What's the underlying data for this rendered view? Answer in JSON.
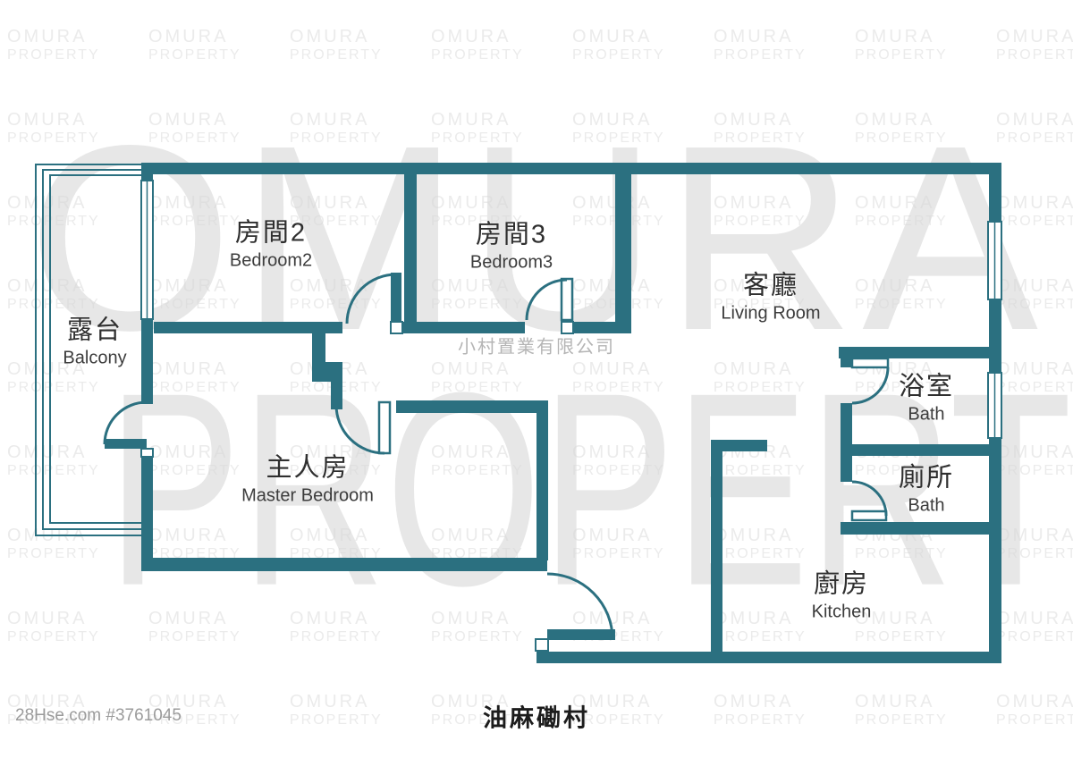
{
  "title": "油麻磡村",
  "footer": {
    "source": "28Hse.com #3761045"
  },
  "watermark": {
    "brand_line1": "OMURA",
    "brand_line2": "PROPERTY",
    "center_text": "小村置業有限公司"
  },
  "colors": {
    "wall": "#2b7080",
    "label_zh": "#2f2f2f",
    "label_en": "#3c3c3c",
    "tile": "#ebebeb",
    "giant": "#d9d9d9",
    "footer": "#9b9b9b",
    "center_watermark": "#b5b5b5",
    "title": "#1c1c1c"
  },
  "rooms": [
    {
      "id": "bedroom2",
      "zh": "房間2",
      "en": "Bedroom2"
    },
    {
      "id": "bedroom3",
      "zh": "房間3",
      "en": "Bedroom3"
    },
    {
      "id": "living-room",
      "zh": "客廳",
      "en": "Living Room"
    },
    {
      "id": "balcony",
      "zh": "露台",
      "en": "Balcony"
    },
    {
      "id": "master-bedroom",
      "zh": "主人房",
      "en": "Master Bedroom"
    },
    {
      "id": "bath",
      "zh": "浴室",
      "en": "Bath"
    },
    {
      "id": "toilet",
      "zh": "廁所",
      "en": "Bath"
    },
    {
      "id": "kitchen",
      "zh": "廚房",
      "en": "Kitchen"
    }
  ]
}
